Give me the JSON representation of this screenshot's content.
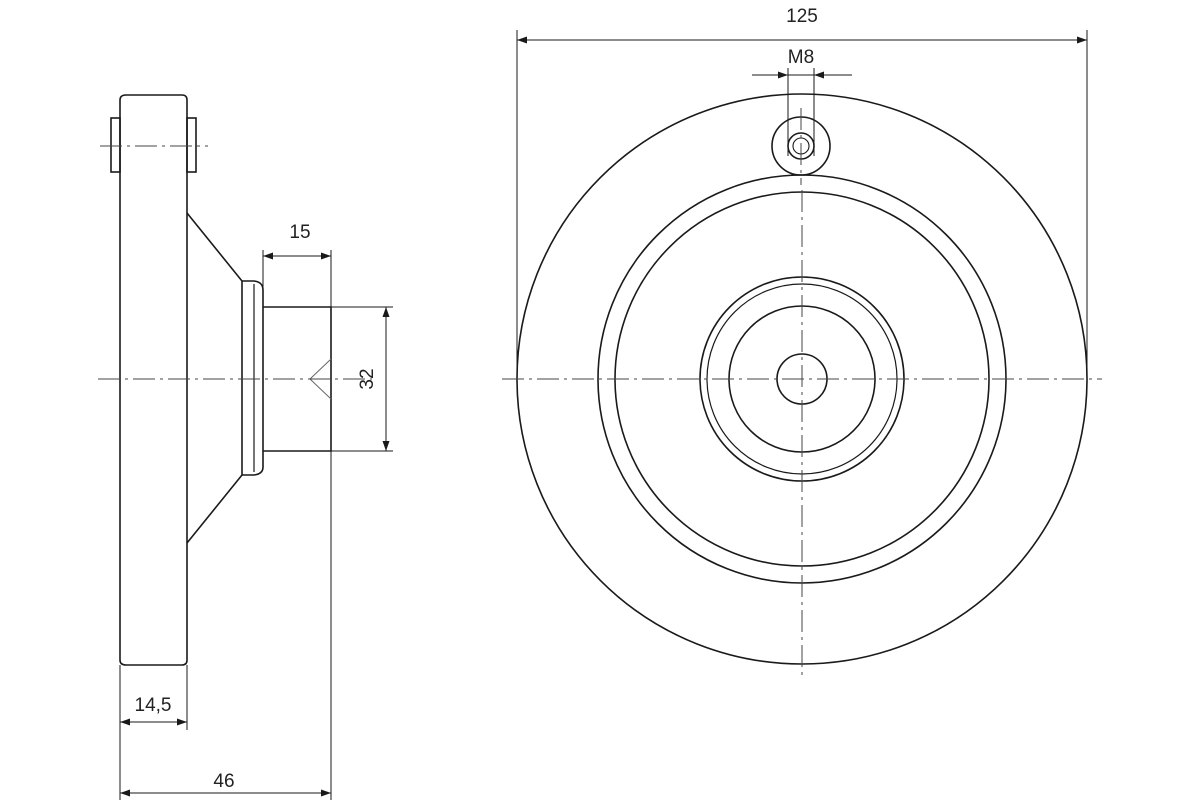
{
  "dimensions": {
    "overall_diameter": "125",
    "thread": "M8",
    "hub_length": "15",
    "hub_diameter": "32",
    "flange_thickness": "14,5",
    "overall_length": "46"
  },
  "colors": {
    "line": "#1a1a1a",
    "background": "#ffffff"
  }
}
